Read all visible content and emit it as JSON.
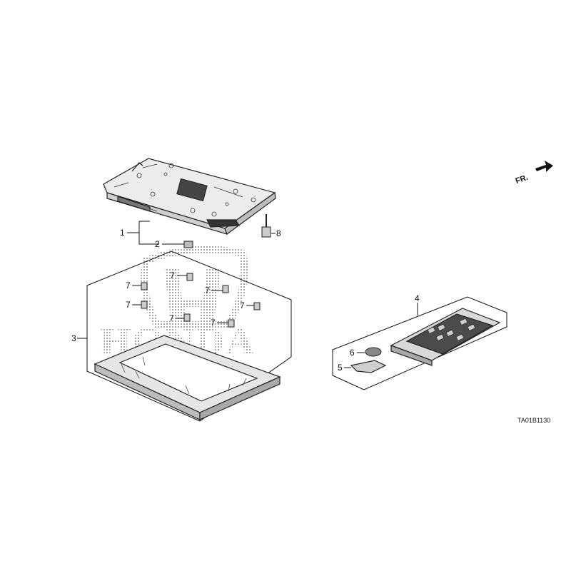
{
  "callouts": {
    "c1": "1",
    "c2": "2",
    "c3": "3",
    "c4": "4",
    "c5": "5",
    "c6": "6",
    "c7": "7",
    "c8": "8"
  },
  "diagram_code": "TA01B1130",
  "front_indicator": "FR.",
  "watermark": "HONDA",
  "colors": {
    "line": "#111111",
    "background": "#ffffff",
    "watermark": "#9a9a9a"
  }
}
